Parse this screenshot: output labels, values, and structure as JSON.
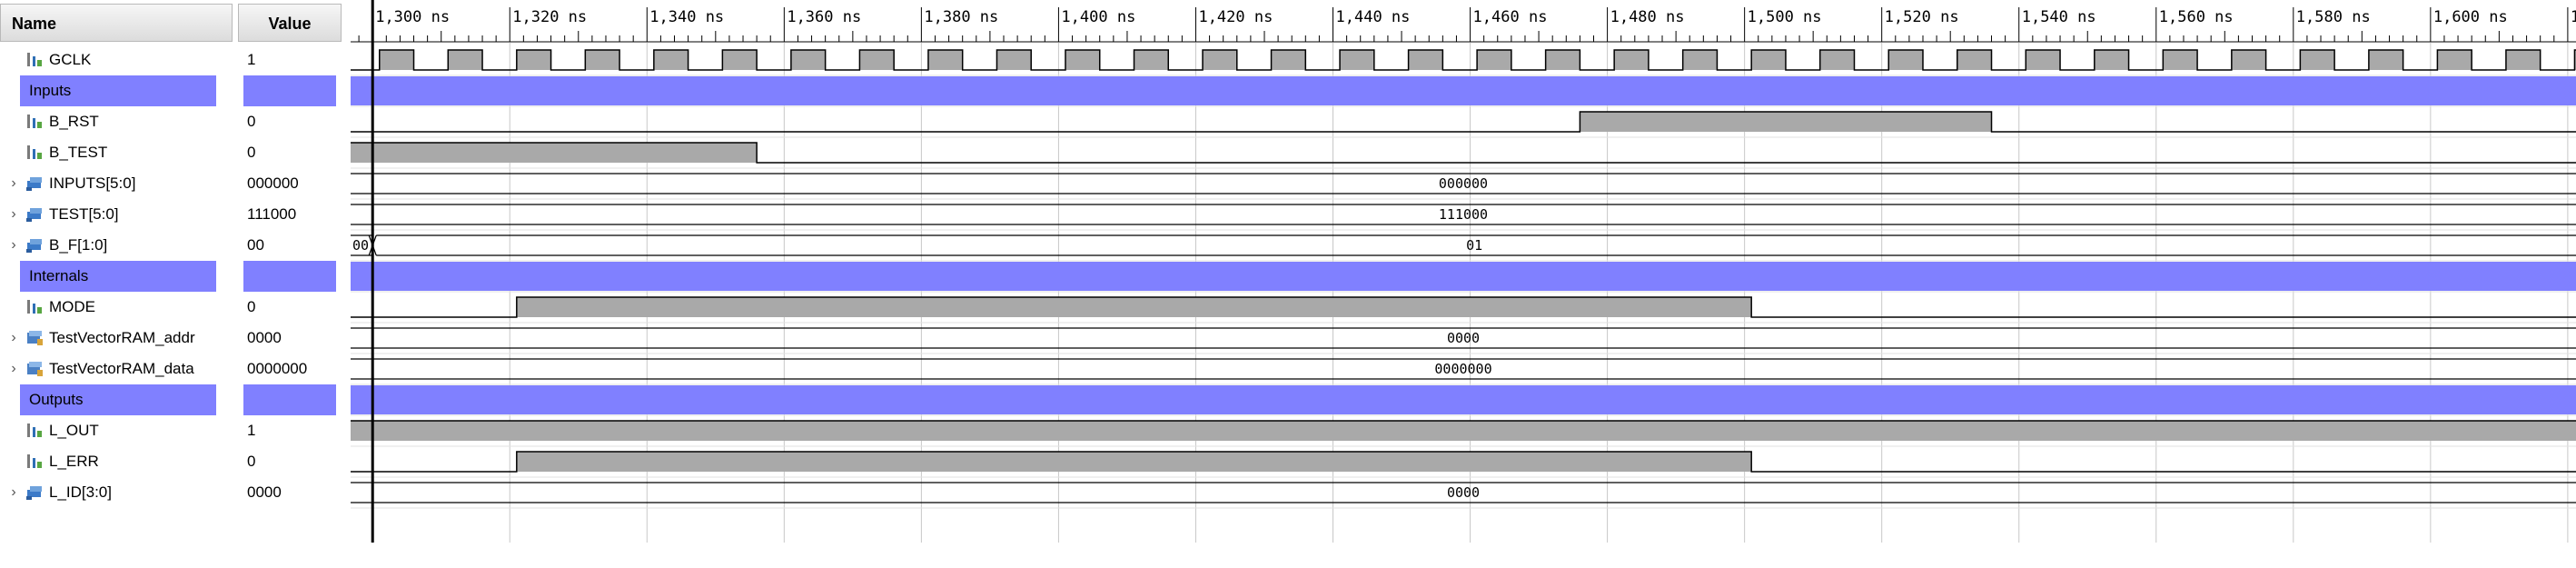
{
  "header": {
    "name_label": "Name",
    "value_label": "Value"
  },
  "timeline": {
    "unit": "ns",
    "tick_labels": [
      "1,300 ns",
      "1,320 ns",
      "1,340 ns",
      "1,360 ns",
      "1,380 ns",
      "1,400 ns",
      "1,420 ns",
      "1,440 ns",
      "1,460 ns",
      "1,480 ns",
      "1,500 ns",
      "1,520 ns",
      "1,540 ns",
      "1,560 ns",
      "1,580 ns",
      "1,600 ns",
      "1"
    ],
    "view_start_ns": 1296,
    "view_end_ns": 1622,
    "cursor_ns": 1300
  },
  "colors": {
    "group_bar": "#8080ff",
    "wave_line": "#000000",
    "wave_high_fill": "#a9a9a9",
    "grid": "#c8c8c8",
    "cursor": "#000000"
  },
  "signals": [
    {
      "kind": "scalar",
      "name": "GCLK",
      "value": "1",
      "icon": "scalar-signal-icon",
      "wave": "clock",
      "clock": {
        "period_ns": 10,
        "first_rise_ns": 1301
      }
    },
    {
      "kind": "group",
      "name": "Inputs",
      "value": ""
    },
    {
      "kind": "scalar",
      "name": "B_RST",
      "value": "0",
      "icon": "scalar-signal-icon",
      "wave": "bit",
      "high": [
        [
          1476,
          1536
        ]
      ]
    },
    {
      "kind": "scalar",
      "name": "B_TEST",
      "value": "0",
      "icon": "scalar-signal-icon",
      "wave": "bit",
      "high": [
        [
          1296,
          1356
        ]
      ]
    },
    {
      "kind": "bus",
      "name": "INPUTS[5:0]",
      "value": "000000",
      "icon": "bus-signal-icon",
      "segments": [
        {
          "from": 1296,
          "to": 1622,
          "label": "000000"
        }
      ]
    },
    {
      "kind": "bus",
      "name": "TEST[5:0]",
      "value": "111000",
      "icon": "bus-signal-icon",
      "segments": [
        {
          "from": 1296,
          "to": 1622,
          "label": "111000"
        }
      ]
    },
    {
      "kind": "bus",
      "name": "B_F[1:0]",
      "value": "00",
      "icon": "bus-signal-icon",
      "segments": [
        {
          "from": 1296,
          "to": 1300,
          "label": "00"
        },
        {
          "from": 1300,
          "to": 1622,
          "label": "01"
        }
      ]
    },
    {
      "kind": "group",
      "name": "Internals",
      "value": ""
    },
    {
      "kind": "scalar",
      "name": "MODE",
      "value": "0",
      "icon": "scalar-signal-icon",
      "wave": "bit",
      "high": [
        [
          1321,
          1501
        ]
      ]
    },
    {
      "kind": "bus",
      "name": "TestVectorRAM_addr",
      "value": "0000",
      "icon": "memory-signal-icon",
      "segments": [
        {
          "from": 1296,
          "to": 1622,
          "label": "0000"
        }
      ]
    },
    {
      "kind": "bus",
      "name": "TestVectorRAM_data",
      "value": "0000000",
      "icon": "memory-signal-icon",
      "segments": [
        {
          "from": 1296,
          "to": 1622,
          "label": "0000000"
        }
      ]
    },
    {
      "kind": "group",
      "name": "Outputs",
      "value": ""
    },
    {
      "kind": "scalar",
      "name": "L_OUT",
      "value": "1",
      "icon": "scalar-signal-icon",
      "wave": "bit",
      "high": [
        [
          1296,
          1622
        ]
      ]
    },
    {
      "kind": "scalar",
      "name": "L_ERR",
      "value": "0",
      "icon": "scalar-signal-icon",
      "wave": "bit",
      "high": [
        [
          1321,
          1501
        ]
      ]
    },
    {
      "kind": "bus",
      "name": "L_ID[3:0]",
      "value": "0000",
      "icon": "bus-signal-icon",
      "segments": [
        {
          "from": 1296,
          "to": 1622,
          "label": "0000"
        }
      ]
    }
  ]
}
